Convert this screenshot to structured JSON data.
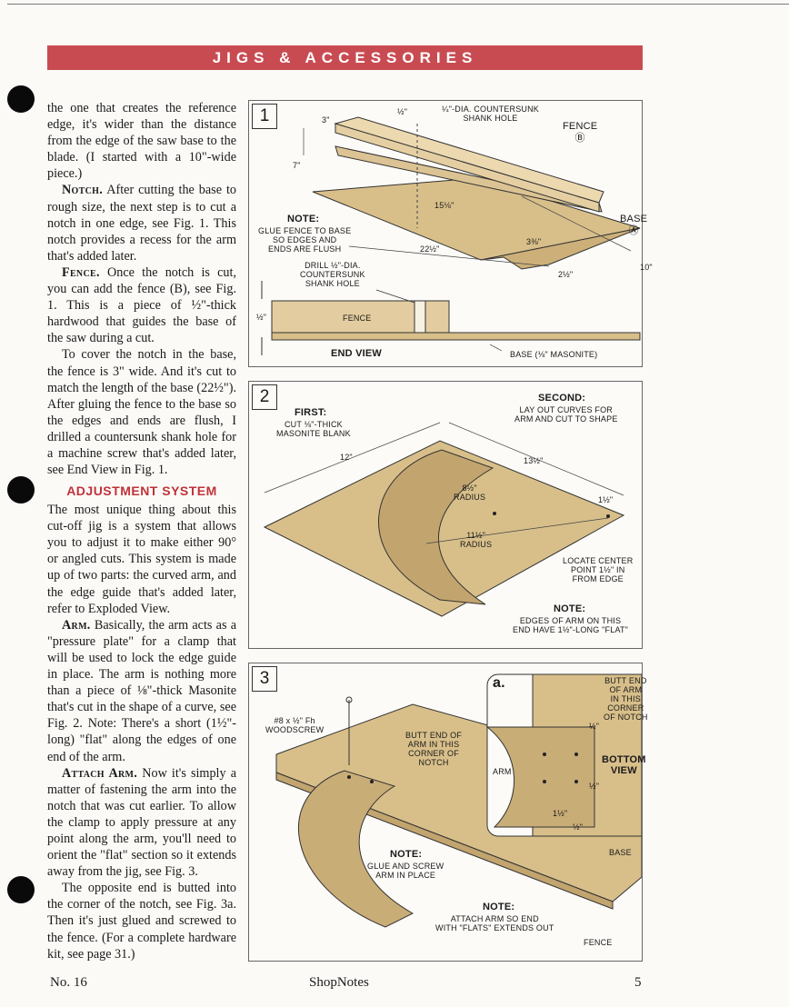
{
  "header": {
    "title": "JIGS & ACCESSORIES"
  },
  "body": {
    "p1": "the one that creates the reference edge, it's wider than the distance from the edge of the saw base to the blade. (I started with a 10\"-wide piece.)",
    "p2_runin": "Notch.",
    "p2": "After cutting the base to rough size, the next step is to cut a notch in one edge, see Fig. 1. This notch provides a recess for the arm that's added later.",
    "p3_runin": "Fence.",
    "p3": "Once the notch is cut, you can add the fence (B), see Fig. 1. This is a piece of ½\"-thick hardwood that guides the base of the saw during a cut.",
    "p4": "To cover the notch in the base, the fence is 3\" wide. And it's cut to match the length of the base (22½\"). After gluing the fence to the base so the edges and ends are flush, I drilled a countersunk shank hole for a machine screw that's added later, see End View in Fig. 1.",
    "heading": "ADJUSTMENT SYSTEM",
    "p5": "The most unique thing about this cut-off jig is a system that allows you to adjust it to make either 90° or angled cuts. This system is made up of two parts: the curved arm, and the edge guide that's added later, refer to Exploded View.",
    "p6_runin": "Arm.",
    "p6": "Basically, the arm acts as a \"pressure plate\" for a clamp that will be used to lock the edge guide in place. The arm is nothing more than a piece of ⅛\"-thick Masonite that's cut in the shape of a curve, see Fig. 2. Note: There's a short (1½\"-long) \"flat\" along the edges of one end of the arm.",
    "p7_runin": "Attach Arm.",
    "p7": "Now it's simply a matter of fastening the arm into the notch that was cut earlier. To allow the clamp to apply pressure at any point along the arm, you'll need to orient the \"flat\" section so it extends away from the jig, see Fig. 3.",
    "p8": "The opposite end is butted into the corner of the notch, see Fig. 3a. Then it's just glued and screwed to the fence. (For a complete hardware kit, see page 31.)"
  },
  "fig1": {
    "num": "1",
    "d_half": "½\"",
    "countersunk": "¼\"-DIA. COUNTERSUNK\nSHANK HOLE",
    "d_3": "3\"",
    "fence": "FENCE\nⒷ",
    "d_7": "7\"",
    "d_15": "15⅛\"",
    "base": "BASE\nⒶ",
    "note_title": "NOTE:",
    "note": "GLUE FENCE TO BASE\nSO EDGES AND\nENDS ARE FLUSH",
    "d_22": "22½\"",
    "d_3b": "3⅜\"",
    "d_2": "2½\"",
    "d_10": "10\"",
    "drill": "DRILL ½\"-DIA.\nCOUNTERSUNK\nSHANK HOLE",
    "fence_small": "FENCE",
    "d_half_end": "½\"",
    "end_view": "END VIEW",
    "base_mas": "BASE (⅛\" MASONITE)"
  },
  "fig2": {
    "num": "2",
    "first_title": "FIRST:",
    "first": "CUT ⅛\"-THICK\nMASONITE BLANK",
    "second_title": "SECOND:",
    "second": "LAY OUT CURVES FOR\nARM AND CUT TO SHAPE",
    "d_12": "12\"",
    "d_13": "13½\"",
    "r_85": "8½\"\nRADIUS",
    "d_15": "1½\"",
    "r_115": "11½\"\nRADIUS",
    "center": "LOCATE CENTER\nPOINT 1½\" IN\nFROM EDGE",
    "note_title": "NOTE:",
    "note": "EDGES OF ARM ON THIS\nEND HAVE 1½\"-LONG \"FLAT\""
  },
  "fig3": {
    "num": "3",
    "screw": "#8 x ½\" Fh\nWOODSCREW",
    "butt": "BUTT END OF\nARM IN THIS\nCORNER OF\nNOTCH",
    "note_title": "NOTE:",
    "note": "GLUE AND SCREW\nARM IN PLACE",
    "base": "BASE",
    "note2_title": "NOTE:",
    "note2": "ATTACH ARM SO END\nWITH \"FLATS\" EXTENDS OUT",
    "fence": "FENCE",
    "inset_label": "a.",
    "inset_butt": "BUTT END\nOF ARM\nIN THIS\nCORNER\nOF NOTCH",
    "inset_half1": "½\"",
    "inset_view": "BOTTOM\nVIEW",
    "inset_arm": "ARM",
    "inset_half2": "½\"",
    "inset_15": "1½\"",
    "inset_half3": "½\""
  },
  "footer": {
    "issue": "No. 16",
    "mag": "ShopNotes",
    "page": "5"
  }
}
